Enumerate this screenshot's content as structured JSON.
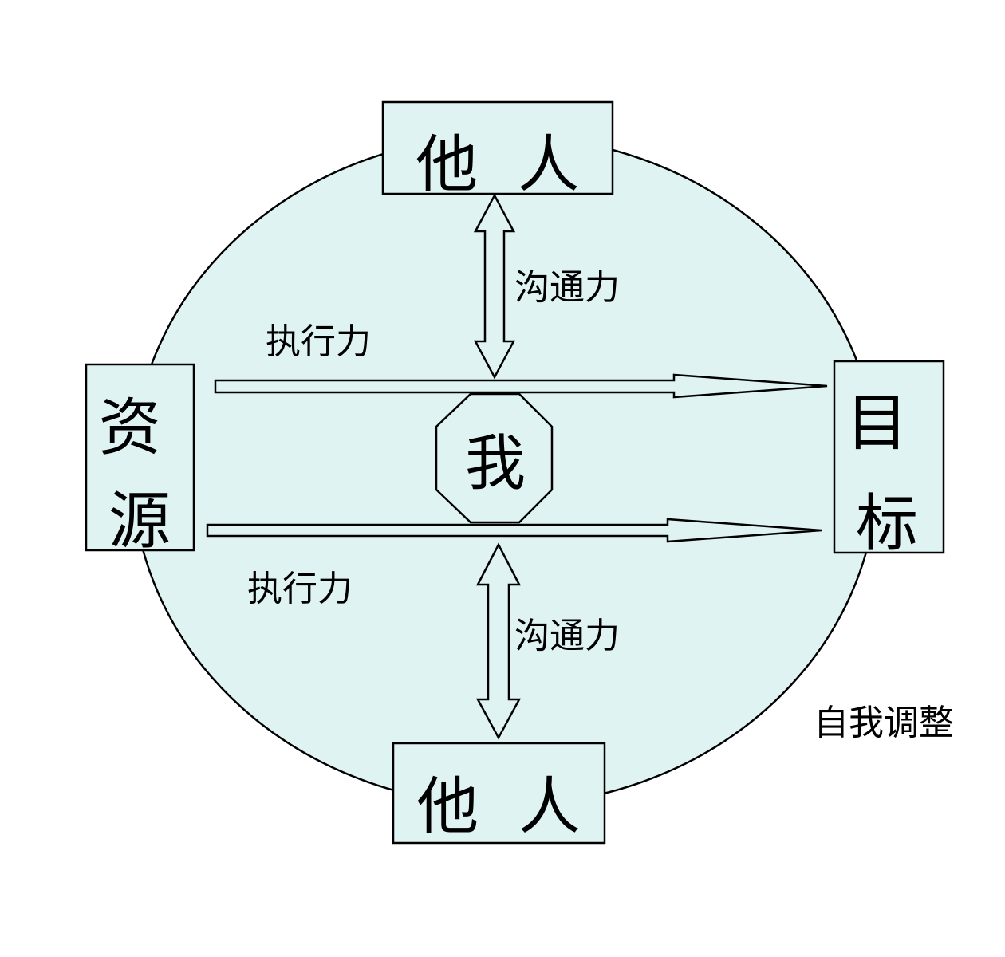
{
  "diagram": {
    "colors": {
      "ellipse_fill": "#dff3f3",
      "box_fill": "#dff3f3",
      "stroke": "#000000",
      "text": "#000000",
      "background": "#ffffff"
    },
    "nodes": {
      "others_top": "他  人",
      "others_bottom": "他  人",
      "resources": "资源",
      "goal": "目标",
      "self": "我"
    },
    "labels": {
      "communication_top": "沟通力",
      "communication_bottom": "沟通力",
      "execution_top": "执行力",
      "execution_bottom": "执行力",
      "self_adjustment": "自我调整"
    }
  }
}
